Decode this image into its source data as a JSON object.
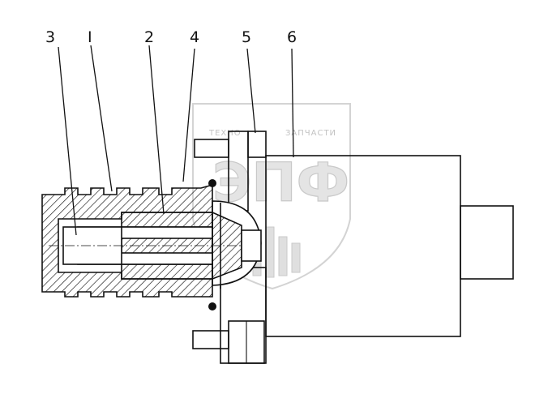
{
  "callouts": [
    {
      "id": "3",
      "label": "3"
    },
    {
      "id": "1",
      "label": "I"
    },
    {
      "id": "2",
      "label": "2"
    },
    {
      "id": "4",
      "label": "4"
    },
    {
      "id": "5",
      "label": "5"
    },
    {
      "id": "6",
      "label": "6"
    }
  ],
  "watermark": {
    "caption_left": "ТЕХНО",
    "caption_right": "ЗАПЧАСТИ",
    "logo": "ЭПФ"
  },
  "colors": {
    "line": "#111111",
    "watermark": "#c4c4c4",
    "background": "#ffffff"
  }
}
